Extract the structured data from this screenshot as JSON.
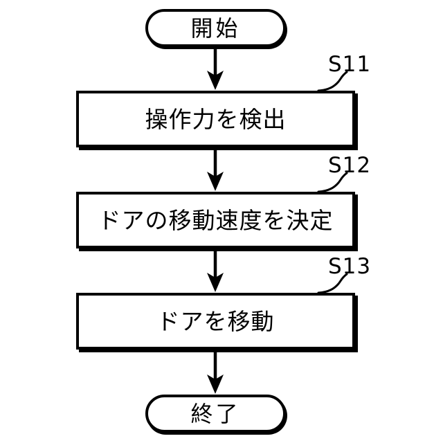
{
  "flowchart": {
    "background_color": "#ffffff",
    "line_color": "#000000",
    "node_fill_color": "#ffffff",
    "start": {
      "label": "開始"
    },
    "end": {
      "label": "終了"
    },
    "steps": [
      {
        "id": "S11",
        "label": "操作力を検出"
      },
      {
        "id": "S12",
        "label": "ドアの移動速度を決定"
      },
      {
        "id": "S13",
        "label": "ドアを移動"
      }
    ]
  }
}
